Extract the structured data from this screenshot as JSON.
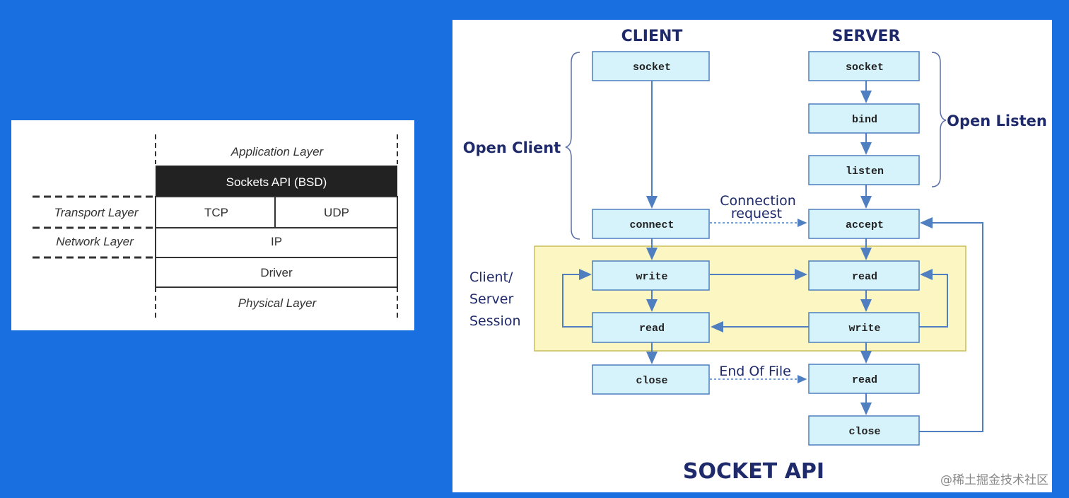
{
  "layers": {
    "application": "Application Layer",
    "sockets_api": "Sockets API (BSD)",
    "transport": "Transport Layer",
    "tcp": "TCP",
    "udp": "UDP",
    "network": "Network Layer",
    "ip": "IP",
    "driver": "Driver",
    "physical": "Physical Layer"
  },
  "socket_api": {
    "client_header": "CLIENT",
    "server_header": "SERVER",
    "title": "SOCKET API",
    "open_client": "Open Client",
    "open_listen": "Open Listen",
    "session_line1": "Client/",
    "session_line2": "Server",
    "session_line3": "Session",
    "connection_line1": "Connection",
    "connection_line2": "request",
    "eof": "End Of File",
    "client_boxes": {
      "socket": "socket",
      "connect": "connect",
      "write": "write",
      "read": "read",
      "close": "close"
    },
    "server_boxes": {
      "socket": "socket",
      "bind": "bind",
      "listen": "listen",
      "accept": "accept",
      "read": "read",
      "write": "write",
      "read2": "read",
      "close": "close"
    },
    "colors": {
      "box_fill": "#d6f3fb",
      "session_fill": "#fbf6c2",
      "text": "#1f2a6b",
      "arrow": "#4f7fc0"
    }
  },
  "watermark": "@稀土掘金技术社区"
}
